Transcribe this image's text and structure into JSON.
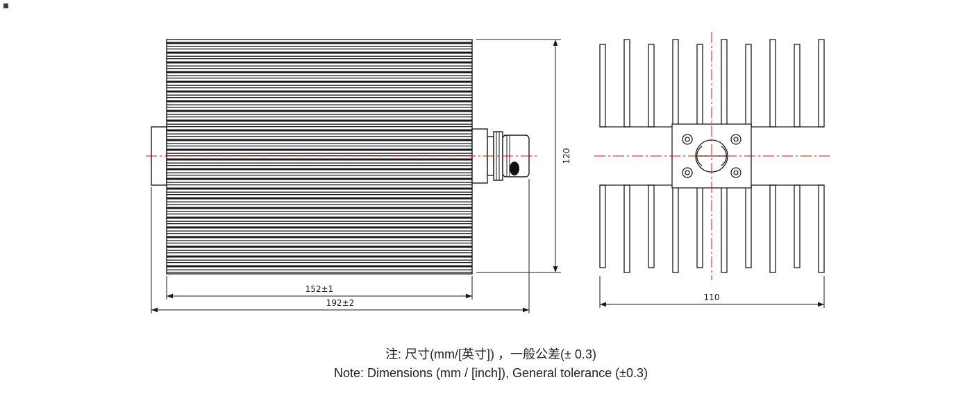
{
  "meta": {
    "background": "#ffffff",
    "line_color": "#1a1a1a",
    "centerline_color": "#ff0000",
    "text_color": "#222222"
  },
  "dimensions": {
    "body_length": "152±1",
    "overall_length": "192±2",
    "height": "120",
    "end_width": "110"
  },
  "notes": {
    "zh": "注: 尺寸(mm/[英寸]) ，一般公差(± 0.3)",
    "en": "Note: Dimensions (mm / [inch]), General tolerance (±0.3)"
  }
}
